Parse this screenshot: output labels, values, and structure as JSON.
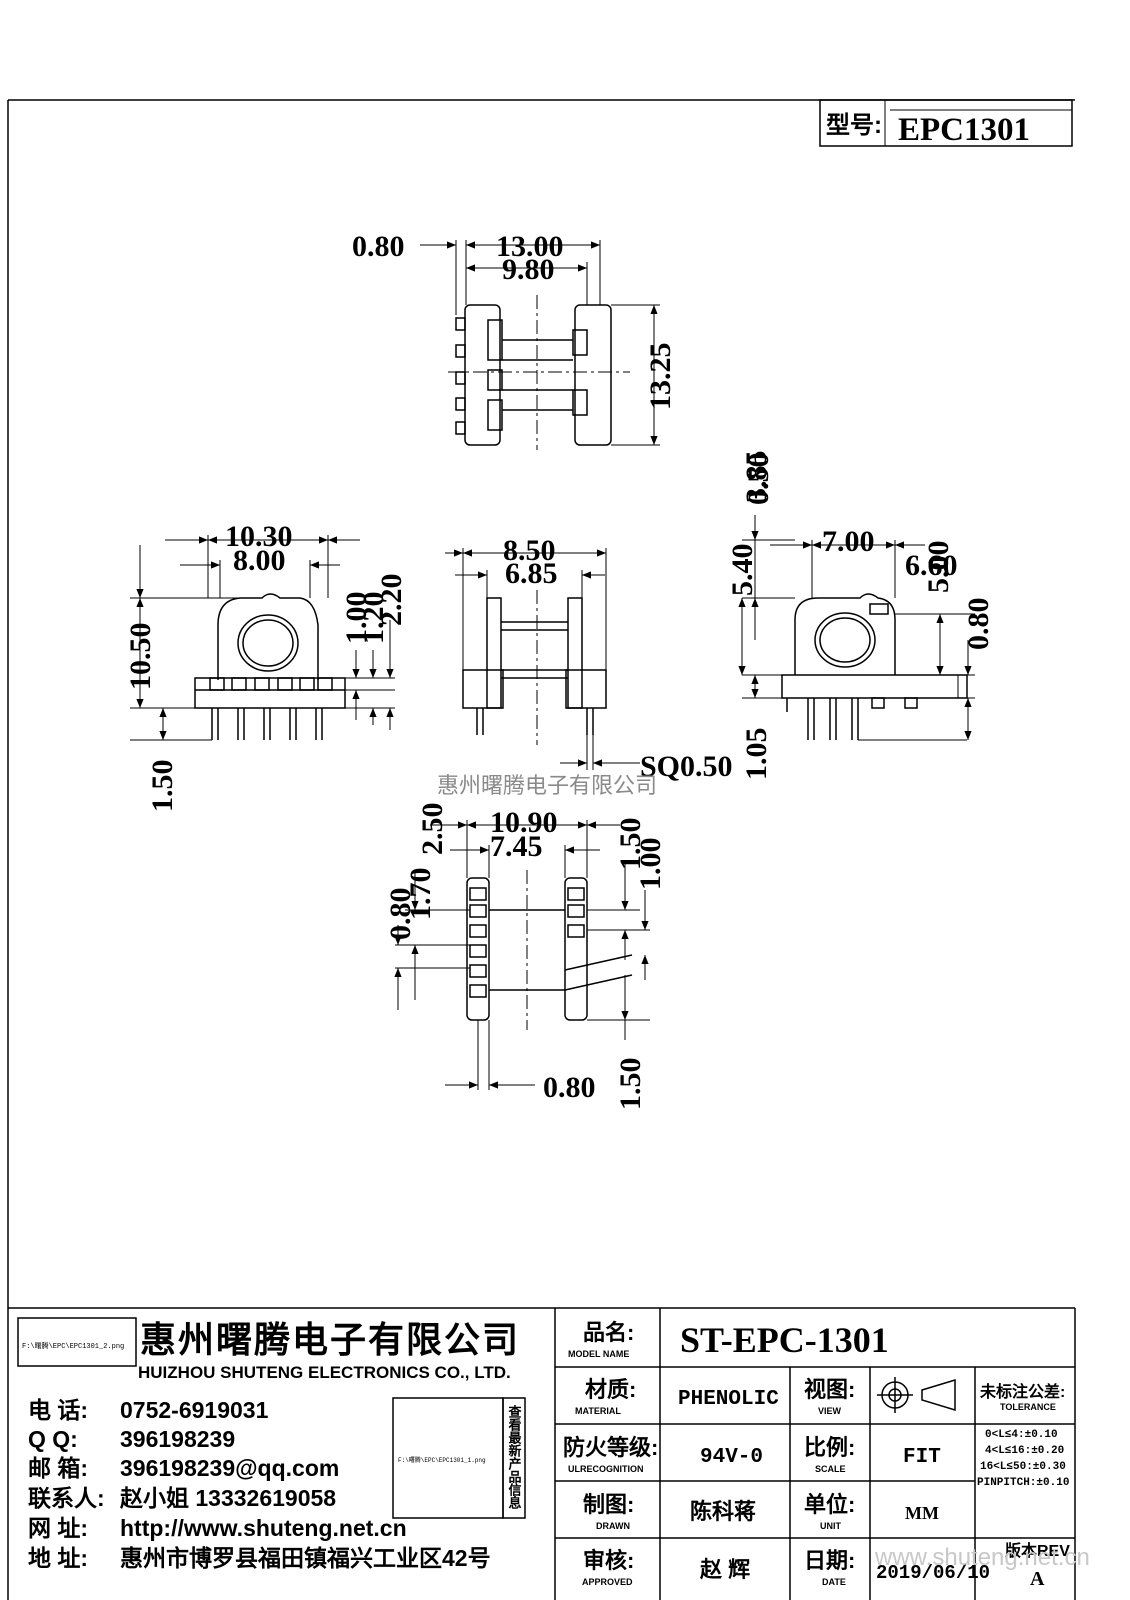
{
  "header": {
    "model_label": "型号:",
    "model_value": "EPC1301"
  },
  "watermark": "惠州曙腾电子有限公司",
  "dims": {
    "top_a": "0.80",
    "top_b": "13.00",
    "top_c": "9.80",
    "top_d": "13.25",
    "left_a": "10.30",
    "left_b": "8.00",
    "left_c": "10.50",
    "left_d": "1.50",
    "left_e": "1.00",
    "left_f": "1.20",
    "left_g": "2.20",
    "mid_a": "8.50",
    "mid_b": "6.85",
    "mid_c": "SQ0.50",
    "right_a": "3.85",
    "right_b": "0.50",
    "right_c": "7.00",
    "right_d": "6.60",
    "right_e": "5.00",
    "right_f": "5.40",
    "right_g": "0.80",
    "right_h": "1.05",
    "bot_a": "2.50",
    "bot_b": "10.90",
    "bot_c": "7.45",
    "bot_d": "1.50",
    "bot_e": "1.00",
    "bot_f": "0.80",
    "bot_g": "1.70",
    "bot_h": "1.50",
    "bot_i": "0.80"
  },
  "company": {
    "path_box": "F:\\曙腾\\EPC\\EPC1301_2.png",
    "name_cn": "惠州曙腾电子有限公司",
    "name_en": "HUIZHOU SHUTENG ELECTRONICS CO., LTD.",
    "contacts": [
      {
        "label": "电    话:",
        "value": "0752-6919031"
      },
      {
        "label": "Q    Q:",
        "value": "396198239"
      },
      {
        "label": "邮    箱:",
        "value": "396198239@qq.com"
      },
      {
        "label": "联系人:",
        "value": "赵小姐 13332619058"
      },
      {
        "label": "网    址:",
        "value": "http://www.shuteng.net.cn"
      },
      {
        "label": "地    址:",
        "value": "惠州市博罗县福田镇福兴工业区42号"
      }
    ],
    "qr_path": "F:\\曙腾\\EPC\\EPC1301_1.png",
    "qr_caption": "查看最新产品信息"
  },
  "title_block": {
    "model_name_cn": "品名:",
    "model_name_en": "MODEL NAME",
    "model_name_value": "ST-EPC-1301",
    "material_cn": "材质:",
    "material_en": "MATERIAL",
    "material_value": "PHENOLIC",
    "view_cn": "视图:",
    "view_en": "VIEW",
    "flame_cn": "防火等级:",
    "flame_en": "ULRECOGNITION",
    "flame_value": "94V-0",
    "scale_cn": "比例:",
    "scale_en": "SCALE",
    "scale_value": "FIT",
    "drawn_cn": "制图:",
    "drawn_en": "DRAWN",
    "drawn_value": "陈科蒋",
    "unit_cn": "单位:",
    "unit_en": "UNIT",
    "unit_value": "MM",
    "approved_cn": "审核:",
    "approved_en": "APPROVED",
    "approved_value": "赵    辉",
    "date_cn": "日期:",
    "date_en": "DATE",
    "date_value": "2019/06/10",
    "rev_label": "版本REV",
    "rev_value": "A",
    "tol_title": "未标注公差:",
    "tol_en": "TOLERANCE",
    "tolerances": [
      "0<L≤4:±0.10",
      "4<L≤16:±0.20",
      "16<L≤50:±0.30",
      "PINPITCH:±0.10"
    ],
    "site_watermark": "www.shuteng.net.cn"
  }
}
